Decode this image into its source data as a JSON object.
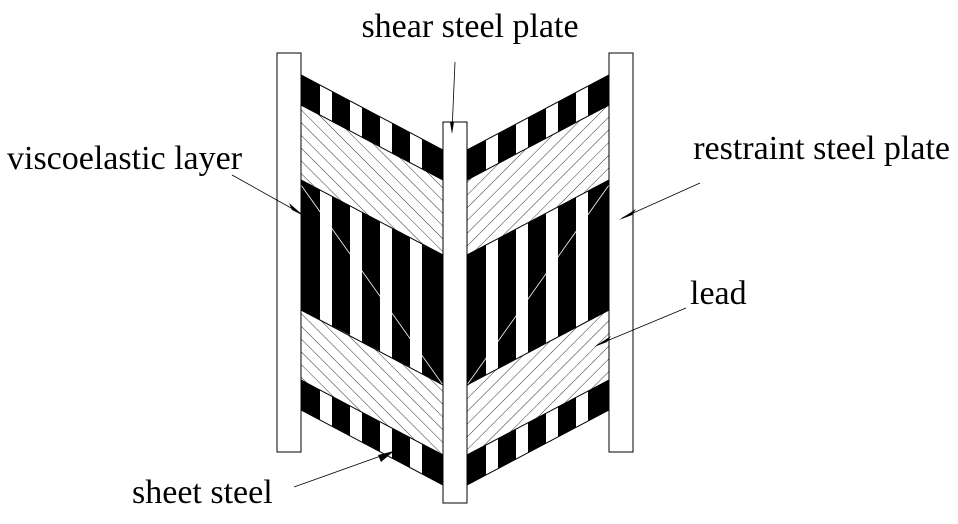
{
  "diagram": {
    "labels": {
      "shear_steel_plate": "shear steel plate",
      "viscoelastic_layer": "viscoelastic layer",
      "restraint_steel_plate": "restraint steel plate",
      "lead": "lead",
      "sheet_steel": "sheet steel"
    },
    "colors": {
      "ink": "#000000",
      "paper": "#ffffff"
    }
  }
}
